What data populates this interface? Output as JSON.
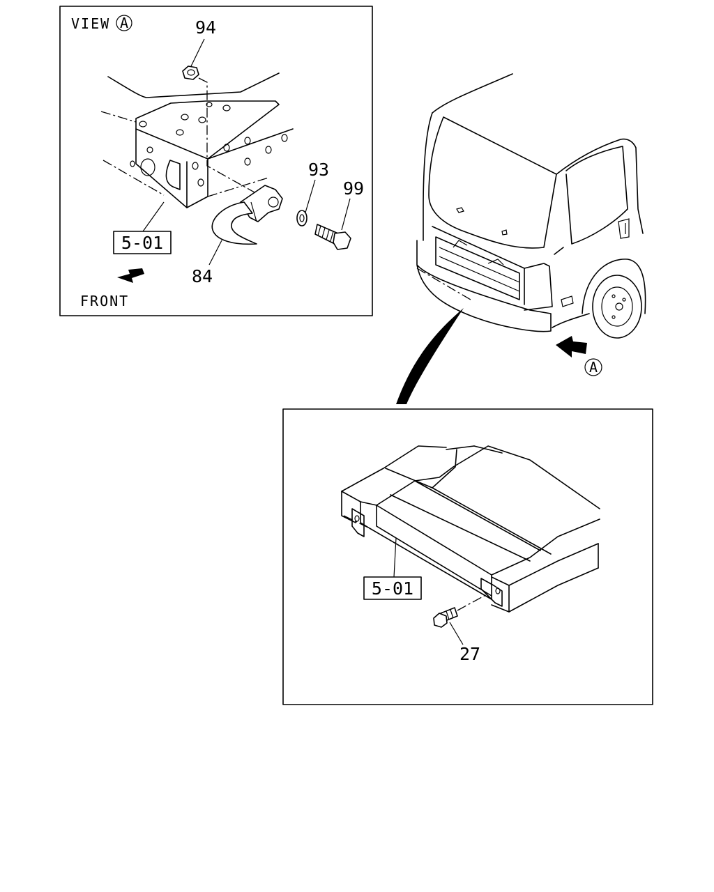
{
  "view_panel": {
    "view_label": "VIEW",
    "view_marker": "A",
    "front_label": "FRONT",
    "ref_box": "5-01",
    "parts": {
      "nut": "94",
      "washer": "93",
      "bolt": "99",
      "tow_hook": "84"
    }
  },
  "truck": {
    "view_marker": "A"
  },
  "frame_panel": {
    "ref_box": "5-01",
    "parts": {
      "bolt": "27"
    }
  }
}
